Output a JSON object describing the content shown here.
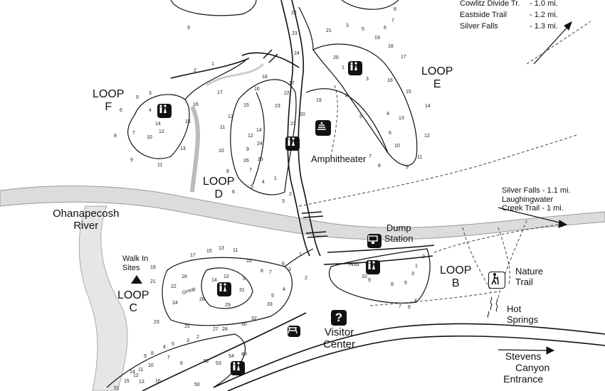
{
  "legend": {
    "rows": [
      {
        "name": "Cowlitz Divide Tr.",
        "dist": "- 1.0 mi."
      },
      {
        "name": "Eastside Trail",
        "dist": "- 1.2 mi."
      },
      {
        "name": "Silver Falls",
        "dist": "- 1.3 mi."
      }
    ]
  },
  "loops": {
    "a": {
      "word": "LOOP",
      "letter": "E"
    },
    "f": {
      "word": "LOOP",
      "letter": "F"
    },
    "d": {
      "word": "LOOP",
      "letter": "D"
    },
    "c": {
      "word": "LOOP",
      "letter": "C"
    },
    "b": {
      "word": "LOOP",
      "letter": "B"
    }
  },
  "labels": {
    "amphitheater": "Amphitheater",
    "river_line1": "Ohanapecosh",
    "river_line2": "River",
    "dump_line1": "Dump",
    "dump_line2": "Station",
    "walkin_line1": "Walk In",
    "walkin_line2": "Sites",
    "visitor_line1": "Visitor",
    "visitor_line2": "Center",
    "nature_line1": "Nature",
    "nature_line2": "Trail",
    "hot_line1": "Hot",
    "hot_line2": "Springs",
    "stevens_line1": "Stevens",
    "stevens_line2": "Canyon",
    "stevens_line3": "Entrance",
    "host": "Host",
    "group": "Group",
    "silverfalls_line1": "Silver Falls - 1.1 mi.",
    "silverfalls_line2": "Laughingwater",
    "silverfalls_line3": "Creek Trail - 1 mi."
  },
  "icons": {
    "restroom": "restroom-icon",
    "amphitheater": "amphitheater-icon",
    "dump": "dump-station-icon",
    "info": "information-icon",
    "info_glyph": "?",
    "tent": "tent-icon",
    "picnic": "picnic-table-icon",
    "hiker": "hiker-icon",
    "springs": "hot-springs-icon"
  },
  "site_numbers": {
    "loop_e": [
      "22",
      "21",
      "23",
      "24",
      "19",
      "20",
      "1",
      "2",
      "18",
      "17",
      "16",
      "3",
      "15",
      "14",
      "13",
      "4",
      "5",
      "6",
      "12",
      "11",
      "10",
      "9",
      "8",
      "7",
      "3",
      "5",
      "6",
      "7",
      "8",
      "9"
    ],
    "loop_f": [
      "2",
      "1",
      "3",
      "4",
      "5",
      "6",
      "17",
      "16",
      "15",
      "14",
      "12",
      "11",
      "10",
      "13",
      "9",
      "8",
      "7"
    ],
    "loop_d": [
      "18",
      "17",
      "16",
      "22",
      "23",
      "20",
      "19",
      "15",
      "14",
      "21",
      "13",
      "12",
      "11",
      "24",
      "10",
      "9",
      "8",
      "7",
      "6",
      "5",
      "4",
      "3",
      "2",
      "1",
      "25",
      "26"
    ],
    "loop_c": [
      "17",
      "15",
      "13",
      "11",
      "10",
      "16",
      "14",
      "12",
      "9",
      "8",
      "7",
      "6",
      "5",
      "4",
      "3",
      "2",
      "1",
      "22",
      "24",
      "23",
      "25",
      "26",
      "27",
      "28",
      "29",
      "30",
      "31",
      "32",
      "33",
      "18",
      "21"
    ],
    "loop_b": [
      "1",
      "2",
      "3",
      "4",
      "5",
      "6",
      "7",
      "8",
      "9",
      "10"
    ],
    "lower": [
      "5",
      "4",
      "3",
      "2",
      "9",
      "8",
      "7",
      "6",
      "10",
      "11",
      "12",
      "13",
      "14",
      "15",
      "16",
      "51",
      "52",
      "53",
      "54",
      "49",
      "50"
    ]
  },
  "colors": {
    "river_fill": "#dcdcdc",
    "road": "#111111",
    "trail": "#444444"
  }
}
